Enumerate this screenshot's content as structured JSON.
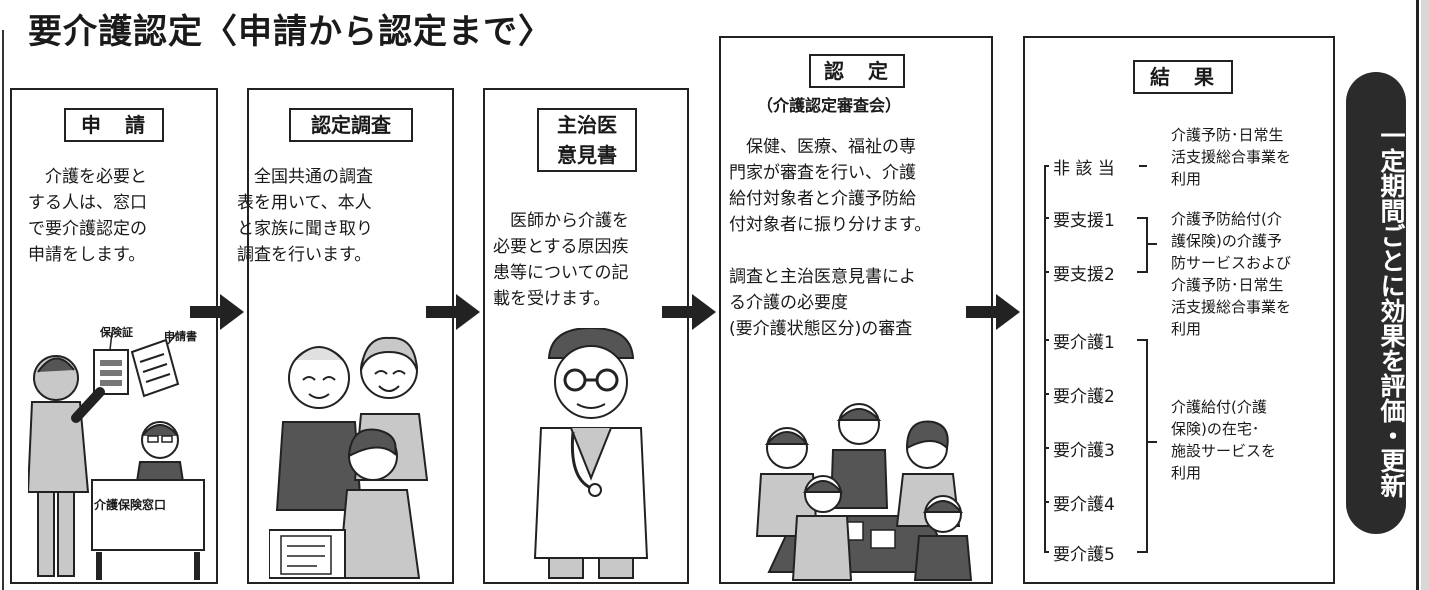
{
  "title": "要介護認定〈申請から認定まで〉",
  "panels": [
    {
      "heading": "申　請",
      "text": "　介護を必要と\nする人は、窓口\nで要介護認定の\n申請をします。",
      "illustration_labels": [
        "保険証",
        "申請書",
        "介護保険窓口"
      ]
    },
    {
      "heading": "認定調査",
      "text": "　全国共通の調査\n表を用いて、本人\nと家族に聞き取り\n調査を行います。"
    },
    {
      "heading": "主治医\n意見書",
      "text": "　医師から介護を\n必要とする原因疾\n患等についての記\n載を受けます。"
    },
    {
      "heading": "認　定",
      "subheading": "（介護認定審査会）",
      "text": "　保健、医療、福祉の専\n門家が審査を行い、介護\n給付対象者と介護予防給\n付対象者に振り分けます。",
      "text2": "調査と主治医意見書によ\nる介護の必要度\n(要介護状態区分)の審査"
    },
    {
      "heading": "結　果",
      "levels": [
        "非 該 当",
        "要支援1",
        "要支援2",
        "要介護1",
        "要介護2",
        "要介護3",
        "要介護4",
        "要介護5"
      ],
      "outcomes": [
        "介護予防･日常生\n活支援総合事業を\n利用",
        "介護予防給付(介\n護保険)の介護予\n防サービスおよび\n介護予防･日常生\n活支援総合事業を\n利用",
        "介護給付(介護\n保険)の在宅･\n施設サービスを\n利用"
      ]
    }
  ],
  "side_label": "一定期間ごとに効果を評価・更新",
  "colors": {
    "line": "#222222",
    "pill": "#2b2b2b",
    "illustration_fill": "#c8c8c8",
    "illustration_dark": "#555555"
  }
}
